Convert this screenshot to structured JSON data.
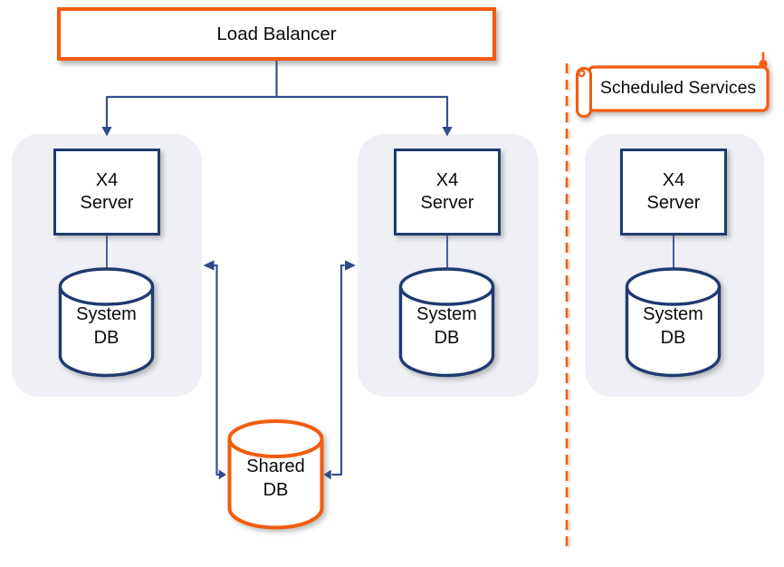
{
  "diagram": {
    "load_balancer": {
      "label": "Load Balancer"
    },
    "groups": [
      {
        "server_label": "X4\nServer",
        "db_label": "System\nDB"
      },
      {
        "server_label": "X4\nServer",
        "db_label": "System\nDB"
      },
      {
        "server_label": "X4\nServer",
        "db_label": "System\nDB"
      }
    ],
    "shared_db": {
      "label": "Shared\nDB"
    },
    "scheduled_services": {
      "label": "Scheduled Services"
    },
    "colors": {
      "orange_accent": "#F25C0D",
      "navy_border": "#1F3A70",
      "connector_blue": "#35508F",
      "group_background": "#EFF0F5"
    }
  }
}
